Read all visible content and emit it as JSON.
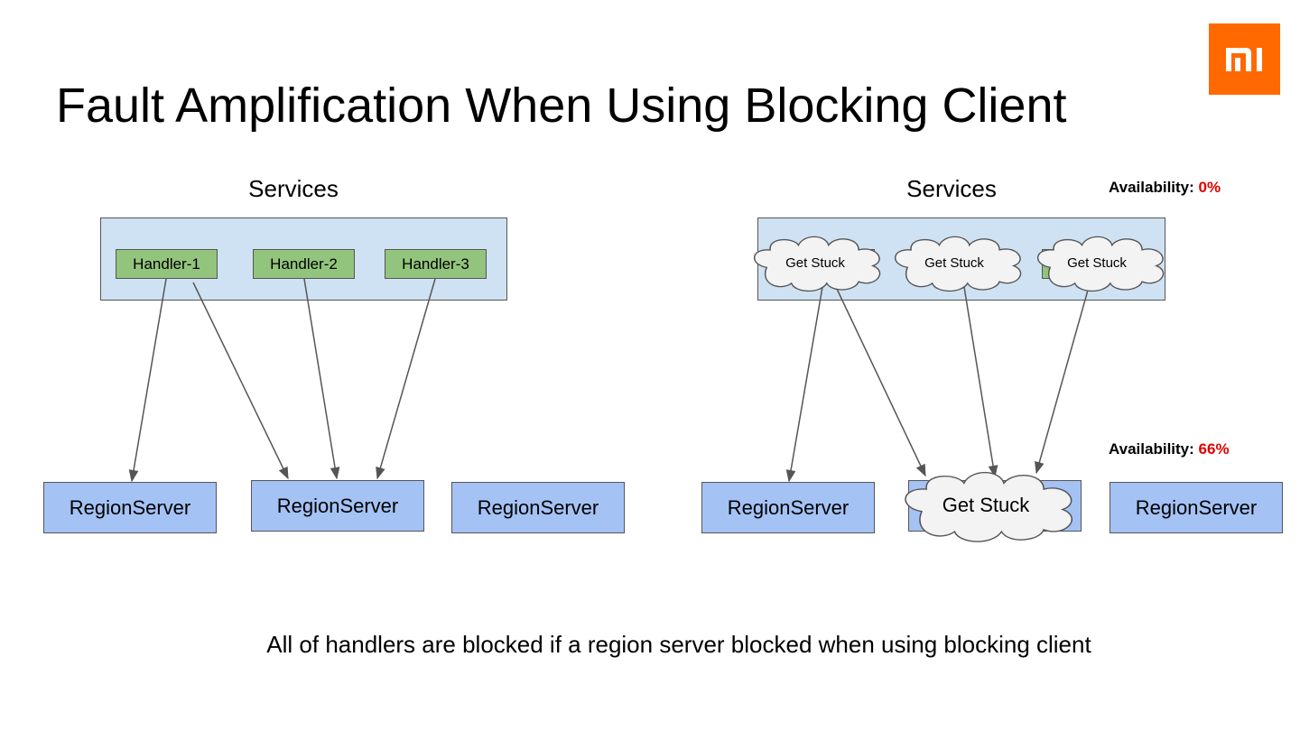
{
  "slide": {
    "title": "Fault Amplification When Using Blocking Client",
    "caption": "All of handlers are blocked if a region server blocked when using blocking client"
  },
  "logo": {
    "text": "mi",
    "color": "#ff6900"
  },
  "colors": {
    "panel_fill": "#cfe2f3",
    "handler_fill": "#93c47d",
    "regionserver_fill": "#a4c2f4",
    "cloud_fill": "#f3f3f3",
    "stroke": "#555555",
    "highlight": "#e00000"
  },
  "left_diagram": {
    "services_label": "Services",
    "handlers": [
      "Handler-1",
      "Handler-2",
      "Handler-3"
    ],
    "region_servers": [
      "RegionServer",
      "RegionServer",
      "RegionServer"
    ]
  },
  "right_diagram": {
    "services_label": "Services",
    "stuck_handlers": [
      "Get Stuck",
      "Get Stuck",
      "Get Stuck"
    ],
    "region_servers": [
      "RegionServer",
      "Get Stuck",
      "RegionServer"
    ],
    "availability_services": {
      "label": "Availability:",
      "value": "0%"
    },
    "availability_region": {
      "label": "Availability:",
      "value": "66%"
    }
  }
}
